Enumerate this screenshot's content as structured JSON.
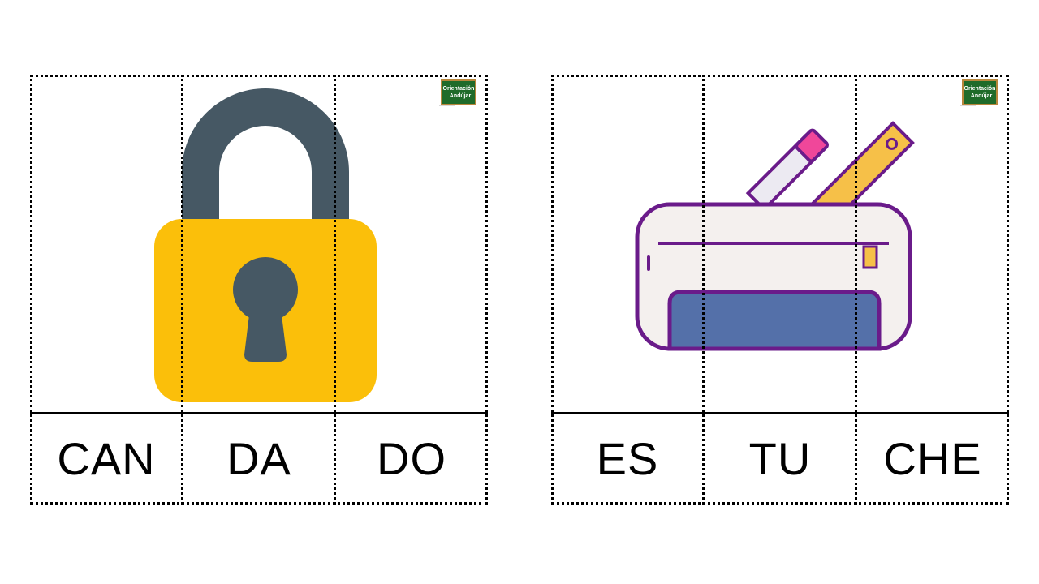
{
  "cards": [
    {
      "picture_icon": "padlock-icon",
      "syllables": [
        "CAN",
        "DA",
        "DO"
      ]
    },
    {
      "picture_icon": "pencil-case-icon",
      "syllables": [
        "ES",
        "TU",
        "CHE"
      ]
    }
  ],
  "logo": {
    "line1": "Orientación",
    "line2": "Andújar"
  },
  "colors": {
    "padlock_body": "#fbbf0a",
    "padlock_shackle": "#465864",
    "pencil_case_body": "#f4f0ee",
    "pencil_case_outline": "#6a1b8a",
    "pencil_case_pocket": "#5470a9",
    "logo_board": "#1f6b2a"
  }
}
